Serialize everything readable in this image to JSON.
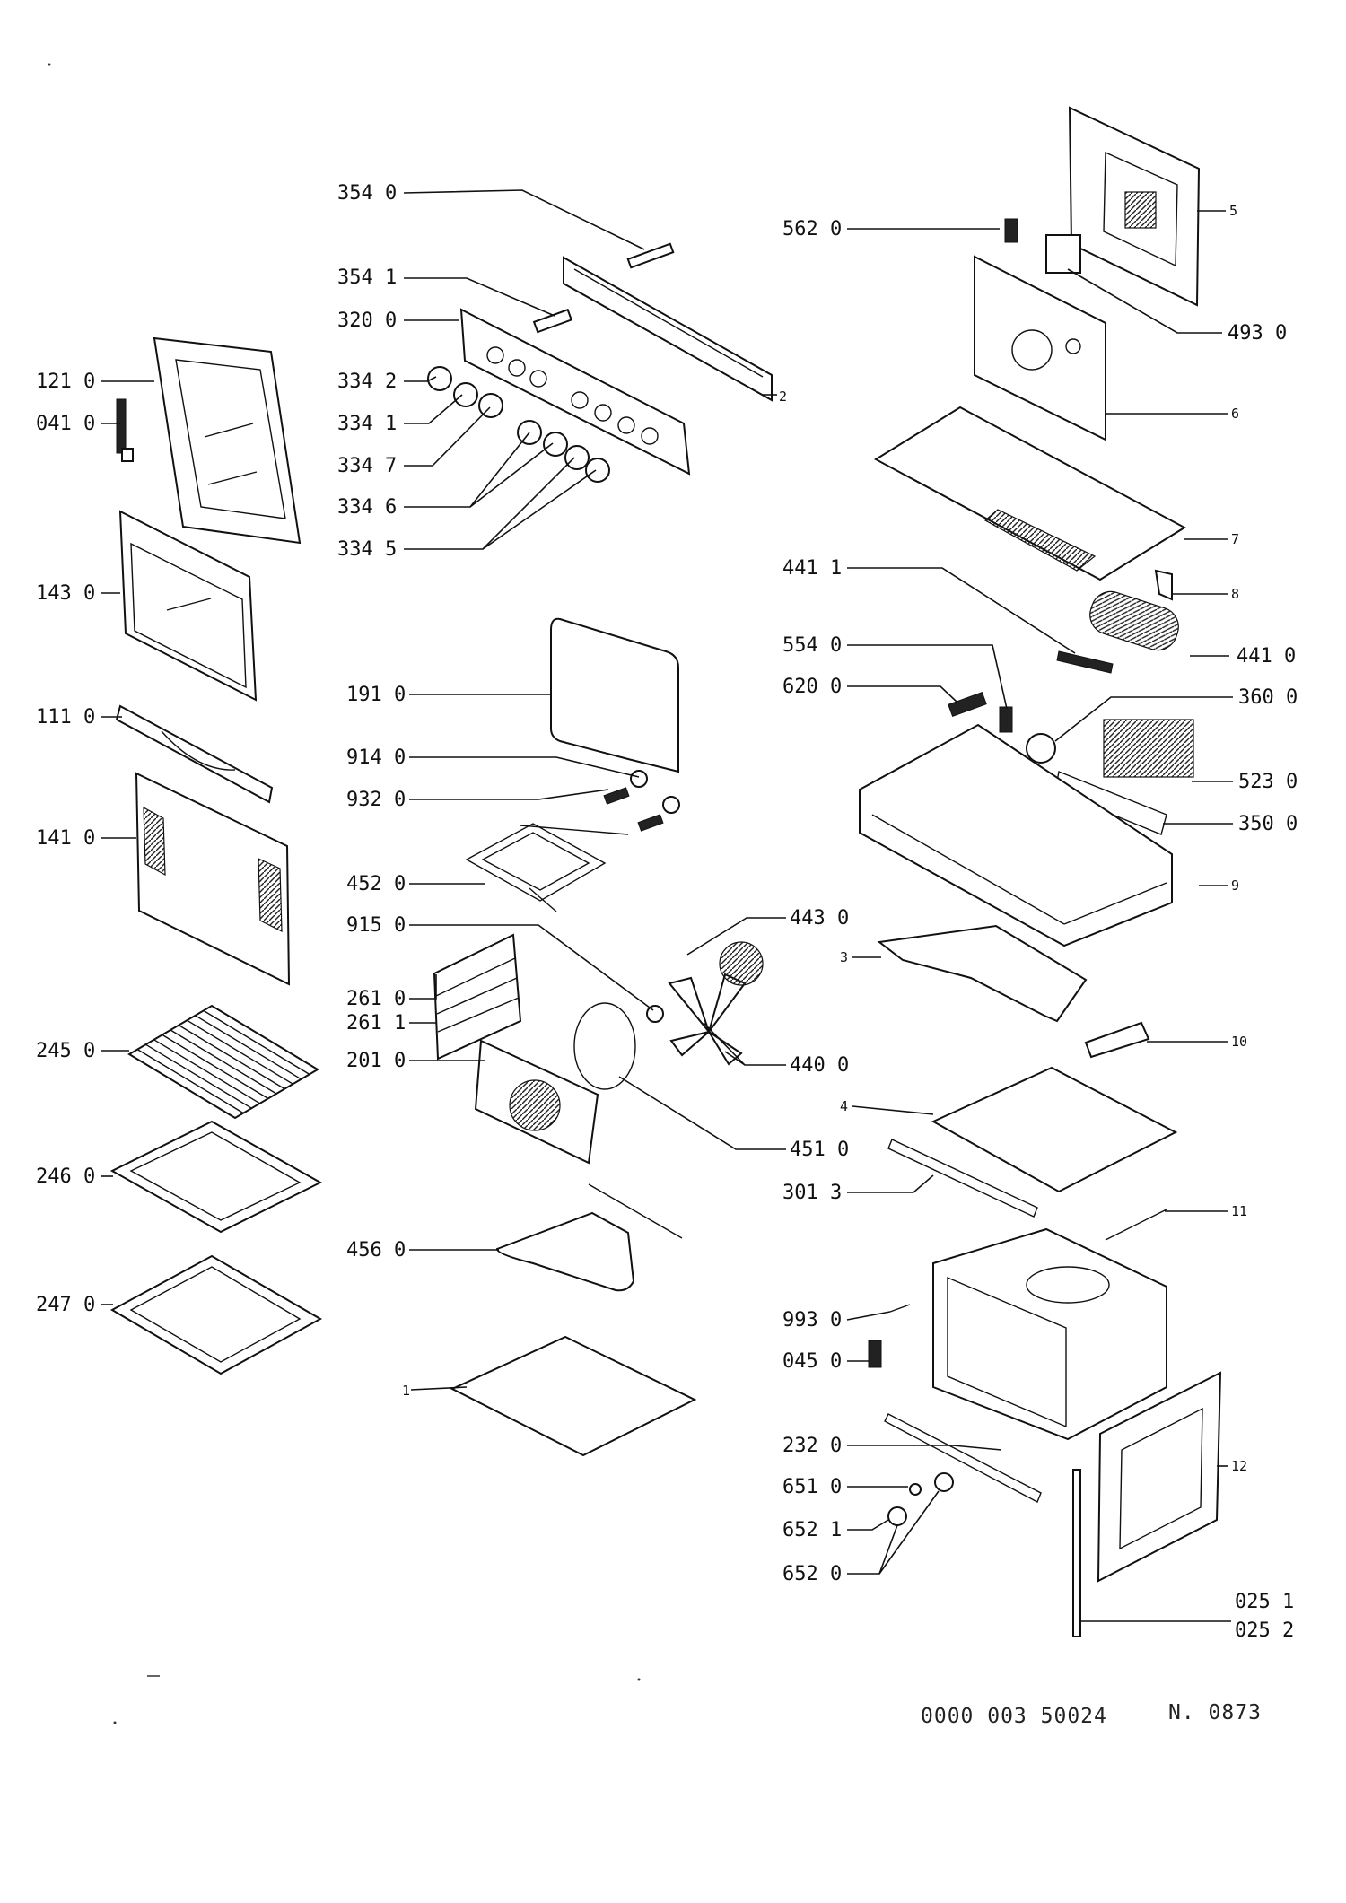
{
  "parts": [
    {
      "code": "354 0"
    },
    {
      "code": "354 1"
    },
    {
      "code": "320 0"
    },
    {
      "code": "334 2"
    },
    {
      "code": "334 1"
    },
    {
      "code": "334 7"
    },
    {
      "code": "334 6"
    },
    {
      "code": "334 5"
    },
    {
      "code": "121 0"
    },
    {
      "code": "041 0"
    },
    {
      "code": "143 0"
    },
    {
      "code": "111 0"
    },
    {
      "code": "141 0"
    },
    {
      "code": "245 0"
    },
    {
      "code": "246 0"
    },
    {
      "code": "247 0"
    },
    {
      "code": "191 0"
    },
    {
      "code": "914 0"
    },
    {
      "code": "932 0"
    },
    {
      "code": "452 0"
    },
    {
      "code": "915 0"
    },
    {
      "code": "261 0"
    },
    {
      "code": "261 1"
    },
    {
      "code": "201 0"
    },
    {
      "code": "456 0"
    },
    {
      "code": "443 0"
    },
    {
      "code": "440 0"
    },
    {
      "code": "451 0"
    },
    {
      "code": "562 0"
    },
    {
      "code": "493 0"
    },
    {
      "code": "441 1"
    },
    {
      "code": "441 0"
    },
    {
      "code": "554 0"
    },
    {
      "code": "620 0"
    },
    {
      "code": "360 0"
    },
    {
      "code": "523 0"
    },
    {
      "code": "350 0"
    },
    {
      "code": "301 3"
    },
    {
      "code": "993 0"
    },
    {
      "code": "045 0"
    },
    {
      "code": "232 0"
    },
    {
      "code": "651 0"
    },
    {
      "code": "652 1"
    },
    {
      "code": "652 0"
    },
    {
      "code": "025 1"
    },
    {
      "code": "025 2"
    }
  ],
  "assemblies": [
    {
      "num": "1"
    },
    {
      "num": "2"
    },
    {
      "num": "3"
    },
    {
      "num": "4"
    },
    {
      "num": "5"
    },
    {
      "num": "6"
    },
    {
      "num": "7"
    },
    {
      "num": "8"
    },
    {
      "num": "9"
    },
    {
      "num": "10"
    },
    {
      "num": "11"
    },
    {
      "num": "12"
    }
  ],
  "footer": {
    "drawing_number": "0000 003 50024",
    "sheet_number": "N. 0873"
  }
}
